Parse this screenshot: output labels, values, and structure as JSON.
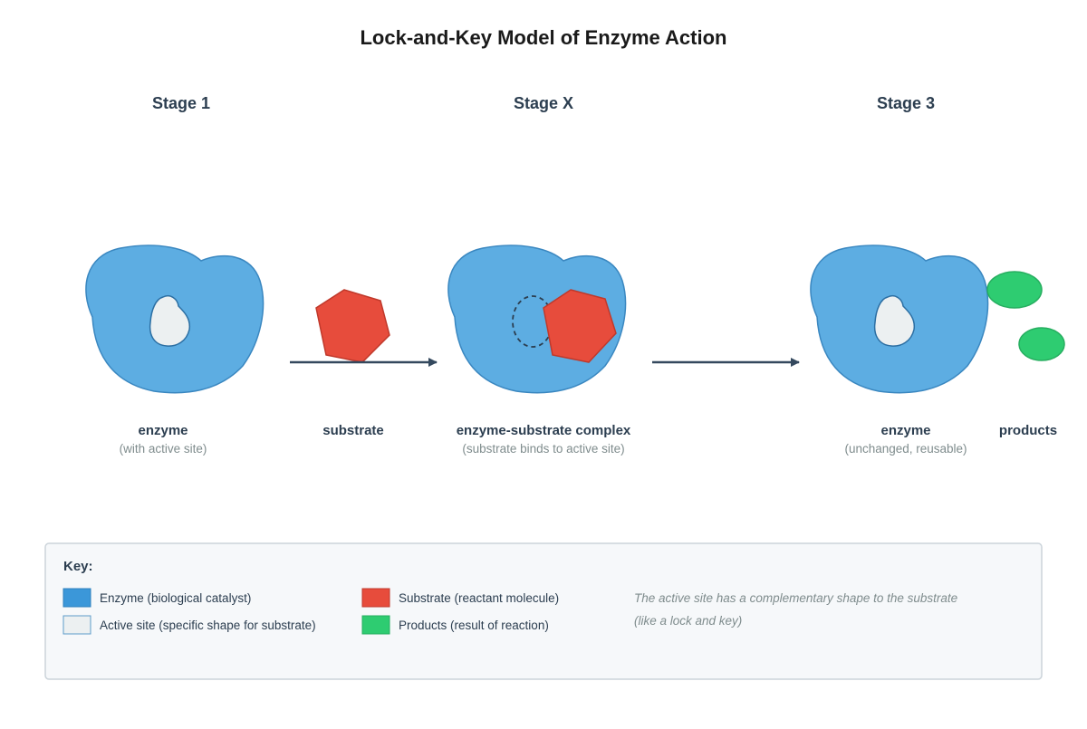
{
  "title": "Lock-and-Key Model of Enzyme Action",
  "stages": [
    "Stage 1",
    "Stage X",
    "Stage 3"
  ],
  "labels": {
    "enzyme1": "enzyme",
    "enzyme1_sub": "(with active site)",
    "substrate": "substrate",
    "complex": "enzyme-substrate complex",
    "complex_sub": "(substrate binds to active site)",
    "enzyme3": "enzyme",
    "enzyme3_sub": "(unchanged, reusable)",
    "products": "products"
  },
  "key": {
    "title": "Key:",
    "items": [
      {
        "label": "Enzyme (biological catalyst)",
        "color": "#3b97d9"
      },
      {
        "label": "Active site (specific shape for substrate)",
        "color": "#ecf0f1"
      },
      {
        "label": "Substrate (reactant molecule)",
        "color": "#e74c3c"
      },
      {
        "label": "Products (result of reaction)",
        "color": "#2ecc71"
      }
    ],
    "note_line1": "The active site has a complementary shape to the substrate",
    "note_line2": "(like a lock and key)"
  },
  "colors": {
    "enzyme": "#5dade2",
    "enzyme_stroke": "#3a87c0",
    "active_site": "#ecf0f1",
    "active_site_stroke": "#2c6fa3",
    "substrate": "#e74c3c",
    "substrate_stroke": "#c0392b",
    "product": "#2ecc71",
    "product_stroke": "#27ae60",
    "arrow": "#34495e"
  }
}
